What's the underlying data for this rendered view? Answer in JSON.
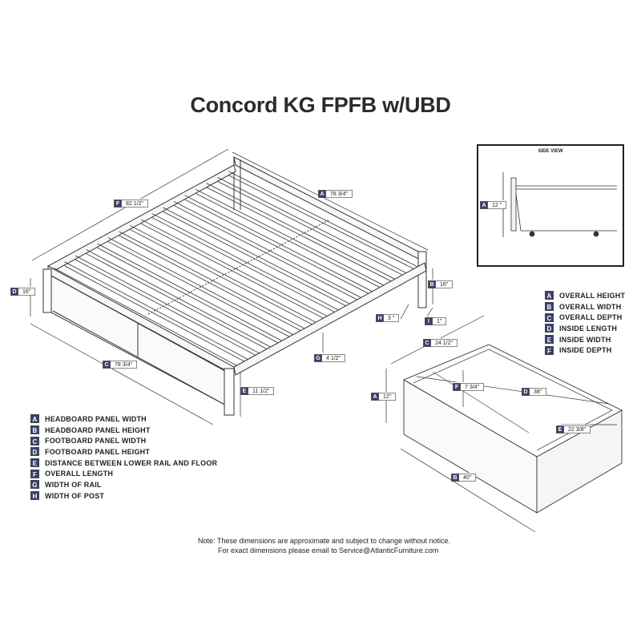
{
  "title": "Concord KG FPFB w/UBD",
  "side_view": {
    "title": "SIDE VIEW",
    "dimension": {
      "letter": "A",
      "value": "12 \""
    }
  },
  "bed_dimensions": [
    {
      "id": "F",
      "letter": "F",
      "value": "82 1/2\""
    },
    {
      "id": "A",
      "letter": "A",
      "value": "78 3/4\""
    },
    {
      "id": "D",
      "letter": "D",
      "value": "16\""
    },
    {
      "id": "B",
      "letter": "B",
      "value": "16\""
    },
    {
      "id": "H",
      "letter": "H",
      "value": "3 \""
    },
    {
      "id": "I",
      "letter": "I",
      "value": "1\""
    },
    {
      "id": "G",
      "letter": "G",
      "value": "4 1/2\""
    },
    {
      "id": "C",
      "letter": "C",
      "value": "78 3/4\""
    },
    {
      "id": "E",
      "letter": "E",
      "value": "11 1/2\""
    }
  ],
  "drawer_dimensions": [
    {
      "id": "C",
      "letter": "C",
      "value": "24 1/2\""
    },
    {
      "id": "F",
      "letter": "F",
      "value": "7 3/4\""
    },
    {
      "id": "D",
      "letter": "D",
      "value": "38\""
    },
    {
      "id": "A",
      "letter": "A",
      "value": "12\""
    },
    {
      "id": "E",
      "letter": "E",
      "value": "22 3/8\""
    },
    {
      "id": "B",
      "letter": "B",
      "value": "40\""
    }
  ],
  "bed_legend": [
    {
      "letter": "A",
      "label": "HEADBOARD PANEL WIDTH"
    },
    {
      "letter": "B",
      "label": "HEADBOARD PANEL HEIGHT"
    },
    {
      "letter": "C",
      "label": "FOOTBOARD PANEL WIDTH"
    },
    {
      "letter": "D",
      "label": "FOOTBOARD PANEL HEIGHT"
    },
    {
      "letter": "E",
      "label": "DISTANCE BETWEEN LOWER RAIL AND FLOOR"
    },
    {
      "letter": "F",
      "label": "OVERALL LENGTH"
    },
    {
      "letter": "G",
      "label": "WIDTH OF RAIL"
    },
    {
      "letter": "H",
      "label": "WIDTH OF POST"
    }
  ],
  "drawer_legend": [
    {
      "letter": "A",
      "label": "OVERALL HEIGHT"
    },
    {
      "letter": "B",
      "label": "OVERALL WIDTH"
    },
    {
      "letter": "C",
      "label": "OVERALL DEPTH"
    },
    {
      "letter": "D",
      "label": "INSIDE LENGTH"
    },
    {
      "letter": "E",
      "label": "INSIDE WIDTH"
    },
    {
      "letter": "F",
      "label": "INSIDE DEPTH"
    }
  ],
  "note": {
    "line1": "Note:  These dimensions are approximate and subject to change without notice.",
    "line2": "For exact dimensions please email to Service@AtlanticFurniture.com"
  }
}
